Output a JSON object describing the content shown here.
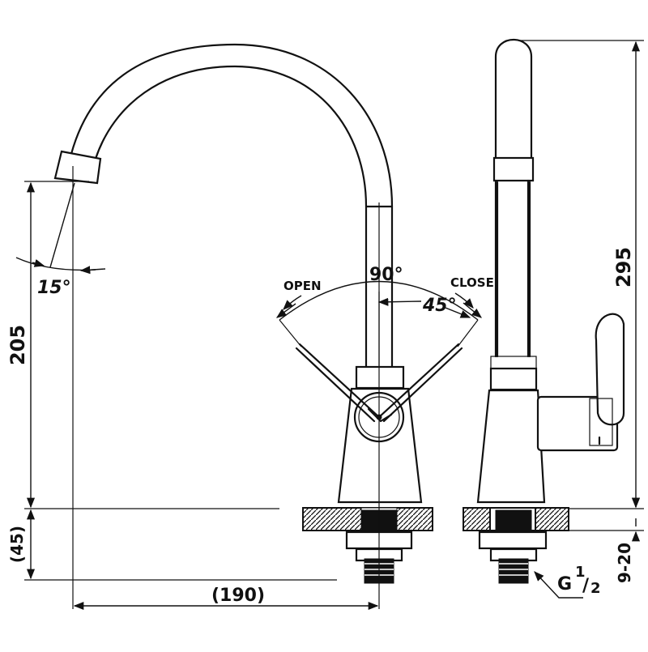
{
  "dimensions": {
    "spout_height": "205",
    "base_offset": "(45)",
    "spout_reach": "(190)",
    "total_height": "295",
    "mount_thickness": "9-20",
    "thread_main": "G",
    "thread_sup": "1",
    "thread_sub": "2"
  },
  "angles": {
    "spout_tilt": "15°",
    "handle_range": "90°",
    "half_range": "45°"
  },
  "labels": {
    "open": "OPEN",
    "close": "CLOSE"
  }
}
